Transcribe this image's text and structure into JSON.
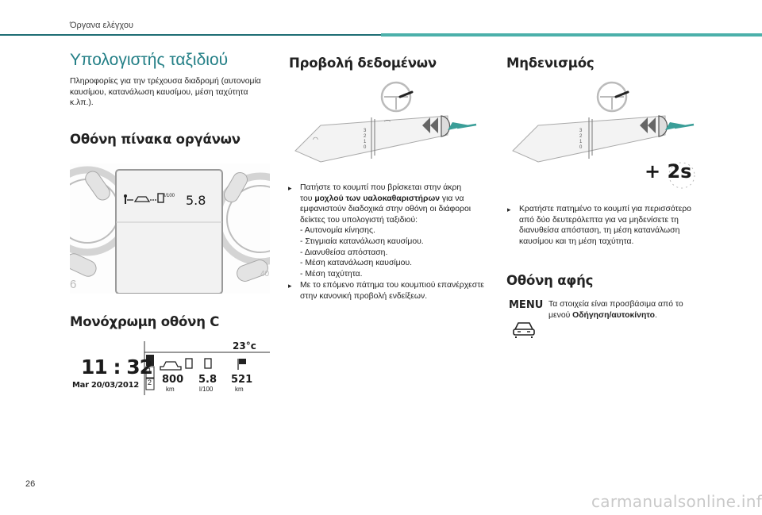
{
  "header": {
    "section": "Όργανα ελέγχου"
  },
  "left": {
    "title": "Υπολογιστής ταξιδιού",
    "intro": [
      "Πληροφορίες για την τρέχουσα διαδρομή (αυτονομία",
      "καυσίμου, κατανάλωση καυσίμου, μέση ταχύτητα",
      "κ.λπ.)."
    ],
    "instrument_heading": "Οθόνη πίνακα οργάνων",
    "instrument_display": {
      "value": "5.8",
      "unit": "l/100",
      "left_gauge_digit": "6",
      "right_gauge_digit": "40"
    },
    "mono_heading": "Μονόχρωμη οθόνη C",
    "mono_display": {
      "time": "11 : 32",
      "date": "Mar 20/03/2012",
      "temperature": "23°c",
      "slot1": "1",
      "slot2": "2",
      "values": [
        {
          "value": "800",
          "unit": "km"
        },
        {
          "value": "5.8",
          "unit": "l/100"
        },
        {
          "value": "521",
          "unit": "km"
        }
      ]
    }
  },
  "middle": {
    "title": "Προβολή δεδομένων",
    "stalk_numbers": [
      "3",
      "2",
      "1",
      "0"
    ],
    "bullet1_lines": [
      "Πατήστε το κουμπί που βρίσκεται στην άκρη"
    ],
    "bullet1_prefix": "του ",
    "bullet1_bold": "μοχλού των υαλοκαθαριστήρων",
    "bullet1_suffix": " για να",
    "bullet1_rest": [
      "εμφανιστούν διαδοχικά στην οθόνη οι διάφοροι",
      "δείκτες του υπολογιστή ταξιδιού:"
    ],
    "list": [
      "Αυτονομία κίνησης.",
      "Στιγμιαία κατανάλωση καυσίμου.",
      "Διανυθείσα απόσταση.",
      "Μέση κατανάλωση καυσίμου.",
      "Μέση ταχύτητα."
    ],
    "bullet2_lines": [
      "Με το επόμενο πάτημα του κουμπιού επανέρχεστε",
      "στην κανονική προβολή ενδείξεων."
    ]
  },
  "right": {
    "title": "Μηδενισμός",
    "hold_label": "+ 2s",
    "bullet_lines": [
      "Κρατήστε πατημένο το κουμπί για περισσότερο",
      "από δύο δευτερόλεπτα για να μηδενίσετε τη",
      "διανυθείσα απόσταση, τη μέση κατανάλωση",
      "καυσίμου και τη μέση ταχύτητα."
    ],
    "touch_heading": "Οθόνη αφής",
    "menu_label": "MENU",
    "touch_line1": "Τα στοιχεία είναι προσβάσιμα από το",
    "touch_prefix": "μενού ",
    "touch_bold": "Οδήγηση/αυτοκίνητο",
    "touch_suffix": "."
  },
  "colors": {
    "accent": "#237f86",
    "arrow": "#3a9e98",
    "header_bar": "#4bb0aa"
  },
  "footer": {
    "page_number": "26",
    "watermark": "carmanualsonline.info"
  }
}
